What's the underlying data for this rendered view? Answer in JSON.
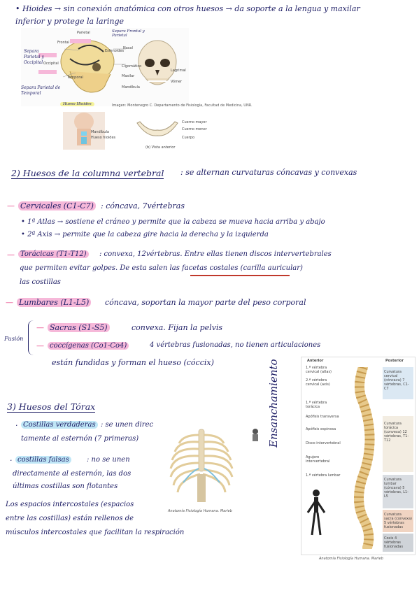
{
  "hioides": {
    "line1": "• Hioides → sin conexión anatómica con otros huesos → da soporte a la lengua y maxilar",
    "line2": "inferior y protege la laringe",
    "side_labels": {
      "top_right": "Separa Frontal y Parietal",
      "left_1": "Separa Parietal y Occipital",
      "left_2": "Separa Parietal de Temporal",
      "hueso": "Hueso Hioides"
    },
    "skull_labels": [
      "Frontal",
      "Parietal",
      "Occipital",
      "Temporal",
      "Esfenoides",
      "Nasal",
      "Cigomático",
      "Maxilar",
      "Mandíbula",
      "Lagrimal",
      "Vómer"
    ],
    "credit": "Imagen: Montenegro C. Departamento de Fisiología, Facultad de Medicina, UNR.",
    "hyoid_labels": [
      "Cuerno mayor",
      "Cuerno menor",
      "Cuerpo"
    ],
    "hyoid_caption": "(b) Vista anterior"
  },
  "columna": {
    "heading": "2) Huesos de la columna vertebral",
    "heading_rest": ": se alternan curvaturas cóncavas y convexas",
    "cervicales_tag": "Cervicales (C1-C7)",
    "cervicales_rest": ": cóncava, 7vértebras",
    "atlas": "• 1ª Atlas → sostiene el cráneo y permite que la cabeza se mueva hacia arriba y abajo",
    "axis": "• 2ª Axis → permite que la cabeza gire hacia la derecha y la izquierda",
    "toracicas_tag": "Torácicas (T1-T12)",
    "toracicas_rest": ": convexa, 12vértebras. Entre ellas tienen discos intervertebrales",
    "toracicas_2": "que permiten evitar golpes. De esta salen las facetas costales (carilla auricular)",
    "toracicas_3": "las costillas",
    "lumbares_tag": "Lumbares (L1-L5)",
    "lumbares_rest": "cóncava, soportan la mayor parte del peso corporal",
    "fusion": "Fusión",
    "sacras_tag": "Sacras (S1-S5)",
    "sacras_rest": "convexa. Fijan la pelvis",
    "coccigenas_tag": "coccígenas (Co1-Co4)",
    "coccigenas_rest": "4 vértebras fusionadas, no tienen articulaciones",
    "coccigenas_2": "están fundidas y forman el hueso (cóccix)"
  },
  "spine_figure": {
    "handwritten": "Ensanchamiento",
    "anterior": "Anterior",
    "posterior": "Posterior",
    "left_labels": [
      "1.ª vértebra cervical (atlas)",
      "2.ª vértebra cervical (axis)",
      "1.ª vértebra torácica",
      "Apófisis transversa",
      "Apófisis espinosa",
      "Disco intervertebral",
      "Agujero intervertebral",
      "1.ª vértebra lumbar"
    ],
    "right_labels": [
      "Curvatura cervical (cóncava) 7 vértebras, C1-C7",
      "Curvatura torácica (convexa) 12 vértebras, T1-T12",
      "Curvatura lumbar (cóncava) 5 vértebras, L1-L5",
      "Curvatura sacra (convexa) 5 vértebras fusionadas",
      "Coxis 4 vértebras fusionadas"
    ],
    "caption": "Anatomía Fisiología Humana. Marieb"
  },
  "torax": {
    "heading": "3) Huesos del Tórax",
    "verdaderas_tag": "Costillas verdaderas",
    "verdaderas_rest": ": se unen direc",
    "verdaderas_2": "tamente al esternón (7 primeras)",
    "falsas_tag": "costillas falsas",
    "falsas_rest": ": no se unen",
    "falsas_2": "directamente al esternón, las dos",
    "falsas_3": "últimas costillas son flotantes",
    "espacios_1": "Los espacios intercostales (espacios",
    "espacios_2": "entre las costillas) están rellenos de",
    "espacios_3": "músculos intercostales que facilitan la respiración",
    "fig_caption": "Anatomía Fisiología Humana. Marieb"
  },
  "colors": {
    "ink": "#1f1f66",
    "pink_highlight": "#f6b8d9",
    "blue_highlight": "#bfe6f6",
    "yellow_highlight": "#f4f29a",
    "red_underline": "#c0392b"
  }
}
